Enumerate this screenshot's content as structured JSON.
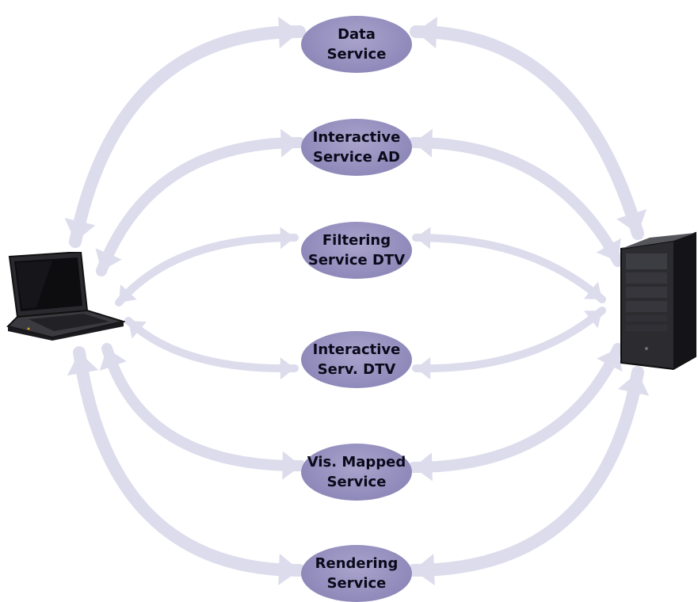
{
  "services": [
    {
      "id": "data",
      "label": "Data\nService"
    },
    {
      "id": "interactive-ad",
      "label": "Interactive\nService AD"
    },
    {
      "id": "filtering-dtv",
      "label": "Filtering\nService DTV"
    },
    {
      "id": "interactive-dtv",
      "label": "Interactive\nServ. DTV"
    },
    {
      "id": "vis-mapped",
      "label": "Vis. Mapped\nService"
    },
    {
      "id": "rendering",
      "label": "Rendering\nService"
    }
  ],
  "devices": {
    "client": "laptop-icon",
    "server": "server-tower-icon"
  },
  "colors": {
    "arrow": "#dcdcec",
    "node": "#938dbd",
    "text": "#0a0a1a"
  }
}
